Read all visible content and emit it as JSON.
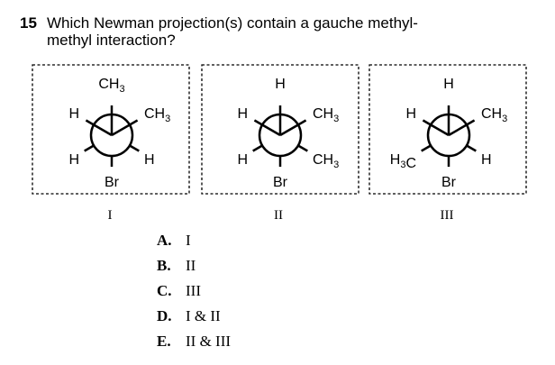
{
  "question": {
    "number": "15",
    "text": "Which Newman projection(s) contain a gauche methyl-methyl interaction?"
  },
  "projections": [
    {
      "roman": "I",
      "front_top": "CH3",
      "front_left": "H",
      "front_right": "CH3",
      "back_left": "H",
      "back_right": "H",
      "back_bottom": "Br"
    },
    {
      "roman": "II",
      "front_top": "H",
      "front_left": "H",
      "front_right": "CH3",
      "back_left": "H",
      "back_right": "CH3",
      "back_bottom": "Br"
    },
    {
      "roman": "III",
      "front_top": "H",
      "front_left": "H",
      "front_right": "CH3",
      "back_left": "H3C",
      "back_right": "H",
      "back_bottom": "Br"
    }
  ],
  "choices": [
    {
      "letter": "A.",
      "text": "I"
    },
    {
      "letter": "B.",
      "text": "II"
    },
    {
      "letter": "C.",
      "text": "III"
    },
    {
      "letter": "D.",
      "text": "I & II"
    },
    {
      "letter": "E.",
      "text": "II & III"
    }
  ]
}
